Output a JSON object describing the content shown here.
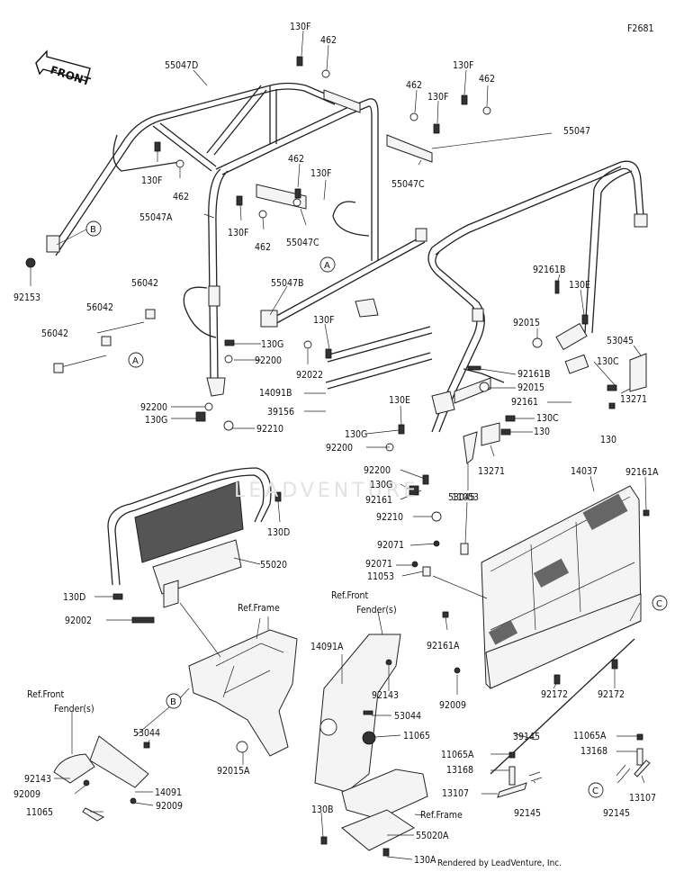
{
  "diagram_id": "F2681",
  "front_label": "FRONT",
  "credit": "Rendered by LeadVenture, Inc.",
  "watermark": "LEADVENTURE",
  "refs": {
    "a": "A",
    "b": "B",
    "c": "C"
  },
  "ref_frame": "Ref.Frame",
  "ref_front_fender_line1": "Ref.Front",
  "ref_front_fender_line2": "Fender(s)",
  "parts": {
    "p55047D": "55047D",
    "p55047": "55047",
    "p55047A": "55047A",
    "p55047B": "55047B",
    "p55047C": "55047C",
    "p130F": "130F",
    "p462": "462",
    "p92153": "92153",
    "p56042": "56042",
    "p130G": "130G",
    "p92200": "92200",
    "p92210": "92210",
    "p92022": "92022",
    "p14091B": "14091B",
    "p39156": "39156",
    "p130E": "130E",
    "p92161B": "92161B",
    "p92015": "92015",
    "p92161": "92161",
    "p53045": "53045",
    "p130C": "130C",
    "p130": "130",
    "p13271": "13271",
    "p14037": "14037",
    "p92161A": "92161A",
    "p11053": "11053",
    "p92071": "92071",
    "p55020": "55020",
    "p130D": "130D",
    "p92002": "92002",
    "p14091A": "14091A",
    "p92143": "92143",
    "p92009": "92009",
    "p53044": "53044",
    "p11065": "11065",
    "p92015A": "92015A",
    "p14091": "14091",
    "p92172": "92172",
    "p39145": "39145",
    "p11065A": "11065A",
    "p13168": "13168",
    "p13107": "13107",
    "p92145": "92145",
    "p130B": "130B",
    "p55020A": "55020A",
    "p130A": "130A"
  }
}
